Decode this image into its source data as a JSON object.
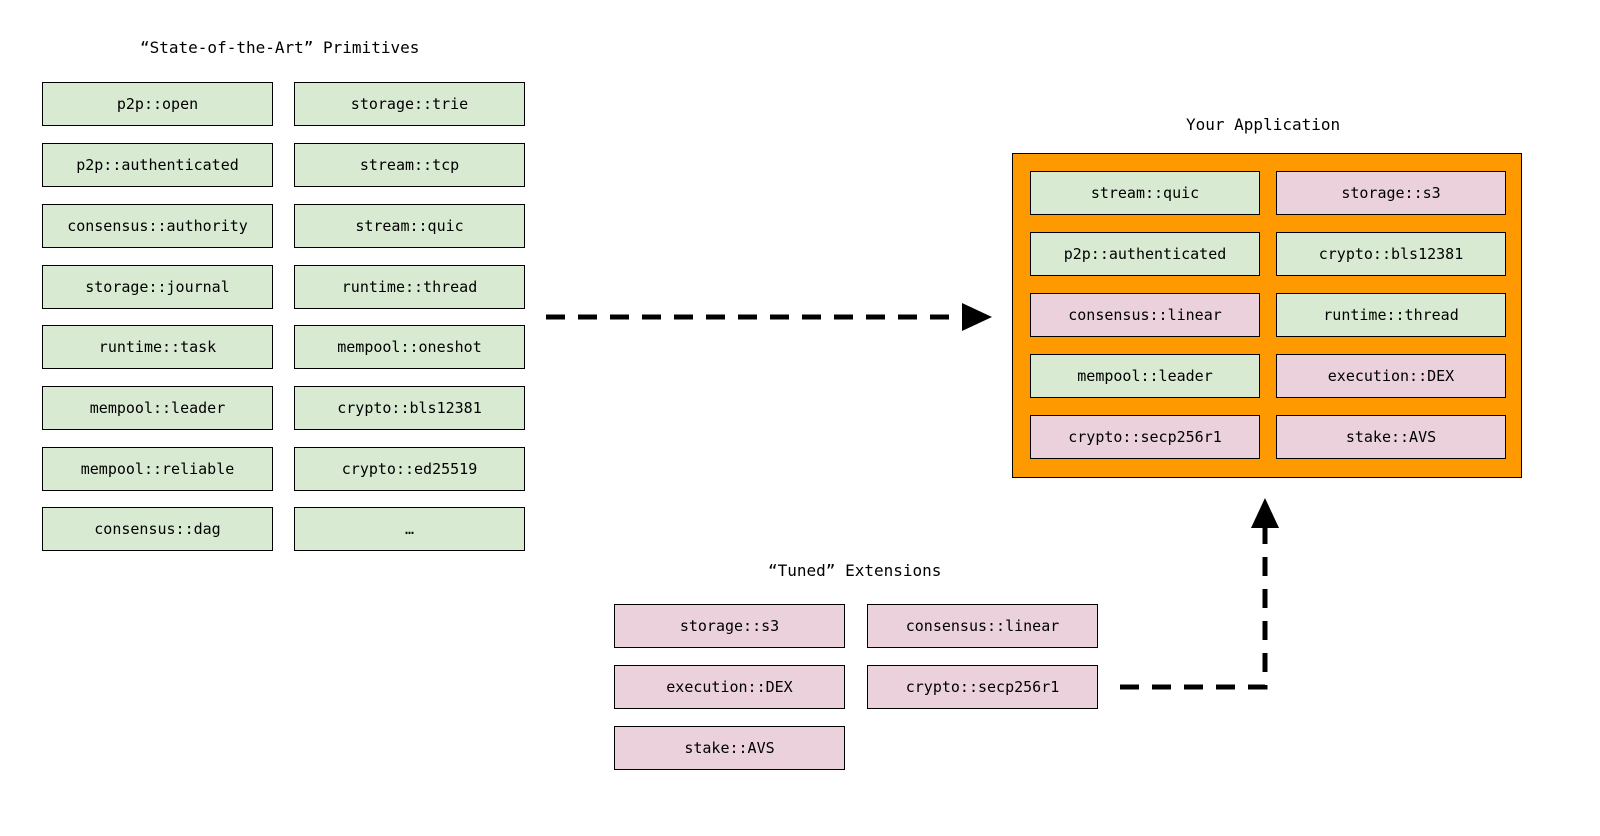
{
  "diagram": {
    "title_primitives": "“State-of-the-Art” Primitives",
    "title_application": "Your Application",
    "title_extensions": "“Tuned” Extensions",
    "colors": {
      "primitive_green": "#d9ead3",
      "extension_pink": "#ead1dc",
      "application_orange": "#ff9900",
      "border": "#000000",
      "background": "#ffffff"
    }
  },
  "primitives": {
    "column_left": [
      {
        "label": "p2p::open",
        "kind": "green"
      },
      {
        "label": "p2p::authenticated",
        "kind": "green"
      },
      {
        "label": "consensus::authority",
        "kind": "green"
      },
      {
        "label": "storage::journal",
        "kind": "green"
      },
      {
        "label": "runtime::task",
        "kind": "green"
      },
      {
        "label": "mempool::leader",
        "kind": "green"
      },
      {
        "label": "mempool::reliable",
        "kind": "green"
      },
      {
        "label": "consensus::dag",
        "kind": "green"
      }
    ],
    "column_right": [
      {
        "label": "storage::trie",
        "kind": "green"
      },
      {
        "label": "stream::tcp",
        "kind": "green"
      },
      {
        "label": "stream::quic",
        "kind": "green"
      },
      {
        "label": "runtime::thread",
        "kind": "green"
      },
      {
        "label": "mempool::oneshot",
        "kind": "green"
      },
      {
        "label": "crypto::bls12381",
        "kind": "green"
      },
      {
        "label": "crypto::ed25519",
        "kind": "green"
      },
      {
        "label": "…",
        "kind": "green"
      }
    ]
  },
  "application": {
    "column_left": [
      {
        "label": "stream::quic",
        "kind": "green"
      },
      {
        "label": "p2p::authenticated",
        "kind": "green"
      },
      {
        "label": "consensus::linear",
        "kind": "pink"
      },
      {
        "label": "mempool::leader",
        "kind": "green"
      },
      {
        "label": "crypto::secp256r1",
        "kind": "pink"
      }
    ],
    "column_right": [
      {
        "label": "storage::s3",
        "kind": "pink"
      },
      {
        "label": "crypto::bls12381",
        "kind": "green"
      },
      {
        "label": "runtime::thread",
        "kind": "green"
      },
      {
        "label": "execution::DEX",
        "kind": "pink"
      },
      {
        "label": "stake::AVS",
        "kind": "pink"
      }
    ]
  },
  "extensions": {
    "column_left": [
      {
        "label": "storage::s3",
        "kind": "pink"
      },
      {
        "label": "execution::DEX",
        "kind": "pink"
      },
      {
        "label": "stake::AVS",
        "kind": "pink"
      }
    ],
    "column_right": [
      {
        "label": "consensus::linear",
        "kind": "pink"
      },
      {
        "label": "crypto::secp256r1",
        "kind": "pink"
      }
    ]
  },
  "arrows": [
    {
      "name": "primitives-to-application",
      "style": "dashed",
      "direction": "right"
    },
    {
      "name": "extensions-to-application",
      "style": "dashed",
      "direction": "up-elbow"
    }
  ]
}
